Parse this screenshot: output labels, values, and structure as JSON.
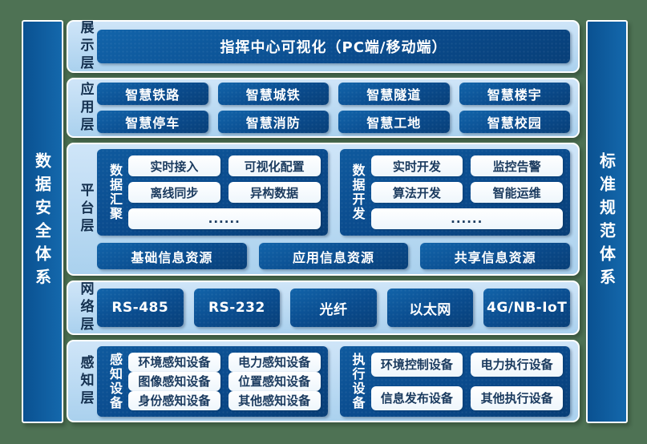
{
  "colors": {
    "background_green": "#4e7254",
    "panel_light_blue": "#b5d8f1",
    "box_dark_blue": "#0a4c8e",
    "label_navy": "#14304f",
    "white": "#ffffff"
  },
  "left_bar": {
    "label": "数据安全体系"
  },
  "right_bar": {
    "label": "标准规范体系"
  },
  "layers": {
    "presentation": {
      "label": "展示层",
      "title": "指挥中心可视化（PC端/移动端）"
    },
    "application": {
      "label": "应用层",
      "items": [
        "智慧铁路",
        "智慧城铁",
        "智慧隧道",
        "智慧楼宇",
        "智慧停车",
        "智慧消防",
        "智慧工地",
        "智慧校园"
      ]
    },
    "platform": {
      "label": "平台层",
      "data_aggregation": {
        "label": "数据汇聚",
        "items": [
          "实时接入",
          "可视化配置",
          "离线同步",
          "异构数据"
        ],
        "more": "......"
      },
      "data_development": {
        "label": "数据开发",
        "items": [
          "实时开发",
          "监控告警",
          "算法开发",
          "智能运维"
        ],
        "more": "......"
      },
      "resources": [
        "基础信息资源",
        "应用信息资源",
        "共享信息资源"
      ]
    },
    "network": {
      "label": "网络层",
      "items": [
        "RS-485",
        "RS-232",
        "光纤",
        "以太网",
        "4G/NB-IoT"
      ]
    },
    "perception": {
      "label": "感知层",
      "sensing": {
        "label": "感知设备",
        "items": [
          "环境感知设备",
          "电力感知设备",
          "图像感知设备",
          "位置感知设备",
          "身份感知设备",
          "其他感知设备"
        ]
      },
      "actuation": {
        "label": "执行设备",
        "items": [
          "环境控制设备",
          "电力执行设备",
          "信息发布设备",
          "其他执行设备"
        ]
      }
    }
  }
}
